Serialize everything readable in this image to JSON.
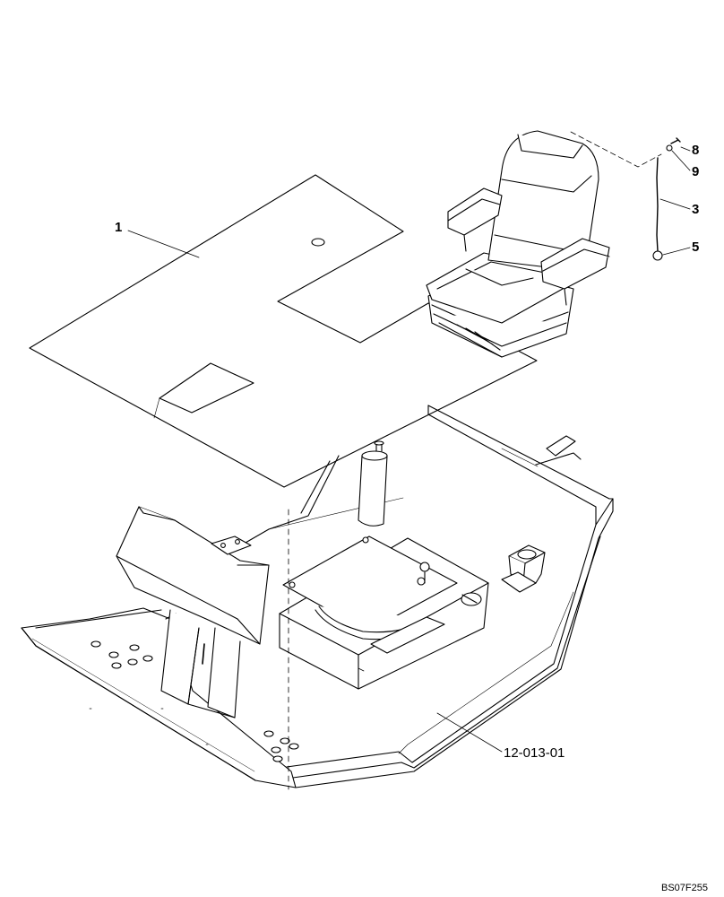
{
  "callouts": {
    "mat": "1",
    "lanyard": "3",
    "ball": "5",
    "screw": "8",
    "washer": "9"
  },
  "reference": "12-013-01",
  "drawing_code": "BS07F255"
}
